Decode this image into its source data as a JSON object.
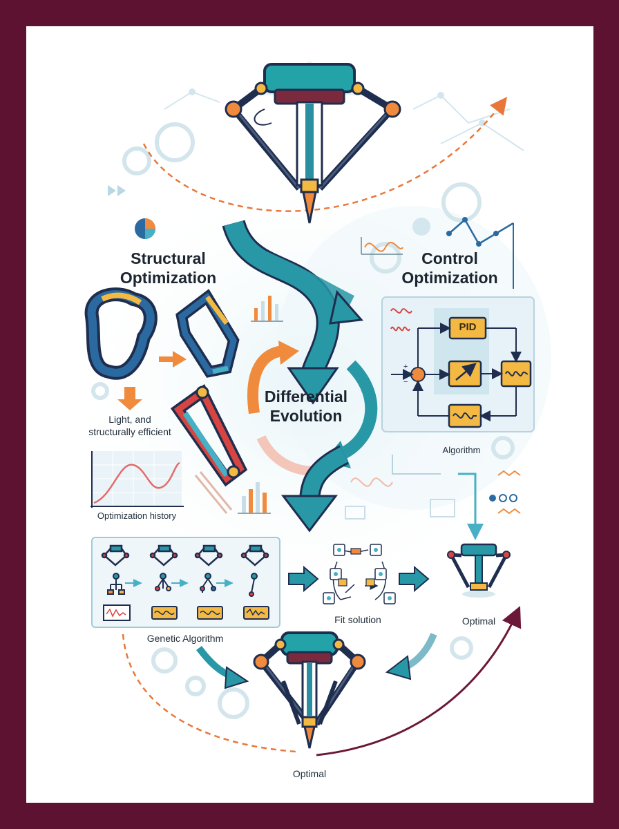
{
  "labels": {
    "structural_title_line1": "Structural",
    "structural_title_line2": "Optimization",
    "control_title_line1": "Control",
    "control_title_line2": "Optimization",
    "center_line1": "Differential",
    "center_line2": "Evolution",
    "light_line1": "Light, and",
    "light_line2": "structurally efficient",
    "optimization_history": "Optimization history",
    "algorithm": "Algorithm",
    "genetic_algorithm": "Genetic Algorithm",
    "fit_solution": "Fit solution",
    "optimal_right": "Optimal",
    "optimal_bottom": "Optimal",
    "pid": "PID"
  },
  "colors": {
    "frame": "#5e1232",
    "teal": "#1f8a9a",
    "dark_navy": "#1f2d4e",
    "orange": "#f08a3c",
    "yellow": "#f4b942",
    "red": "#d64541",
    "light_blue": "#dbeef5"
  },
  "icons": [
    "delta-robot-icon",
    "gear-icon",
    "pie-chart-icon",
    "bar-chart-icon",
    "line-chart-icon",
    "pid-block-icon",
    "summing-junction-icon"
  ]
}
